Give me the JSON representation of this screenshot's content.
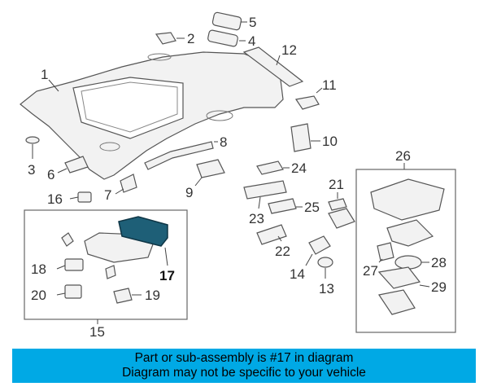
{
  "diagram": {
    "callouts": [
      "1",
      "2",
      "3",
      "4",
      "5",
      "6",
      "7",
      "8",
      "9",
      "10",
      "11",
      "12",
      "13",
      "14",
      "15",
      "16",
      "17",
      "18",
      "19",
      "20",
      "21",
      "22",
      "23",
      "24",
      "25",
      "26",
      "27",
      "28",
      "29"
    ],
    "highlighted_part": "17",
    "colors": {
      "highlight": "#1e5f77",
      "banner": "#00a9e5"
    }
  },
  "banner": {
    "line1": "Part or sub-assembly is #17 in diagram",
    "line2": "Diagram may not be specific to your vehicle"
  }
}
